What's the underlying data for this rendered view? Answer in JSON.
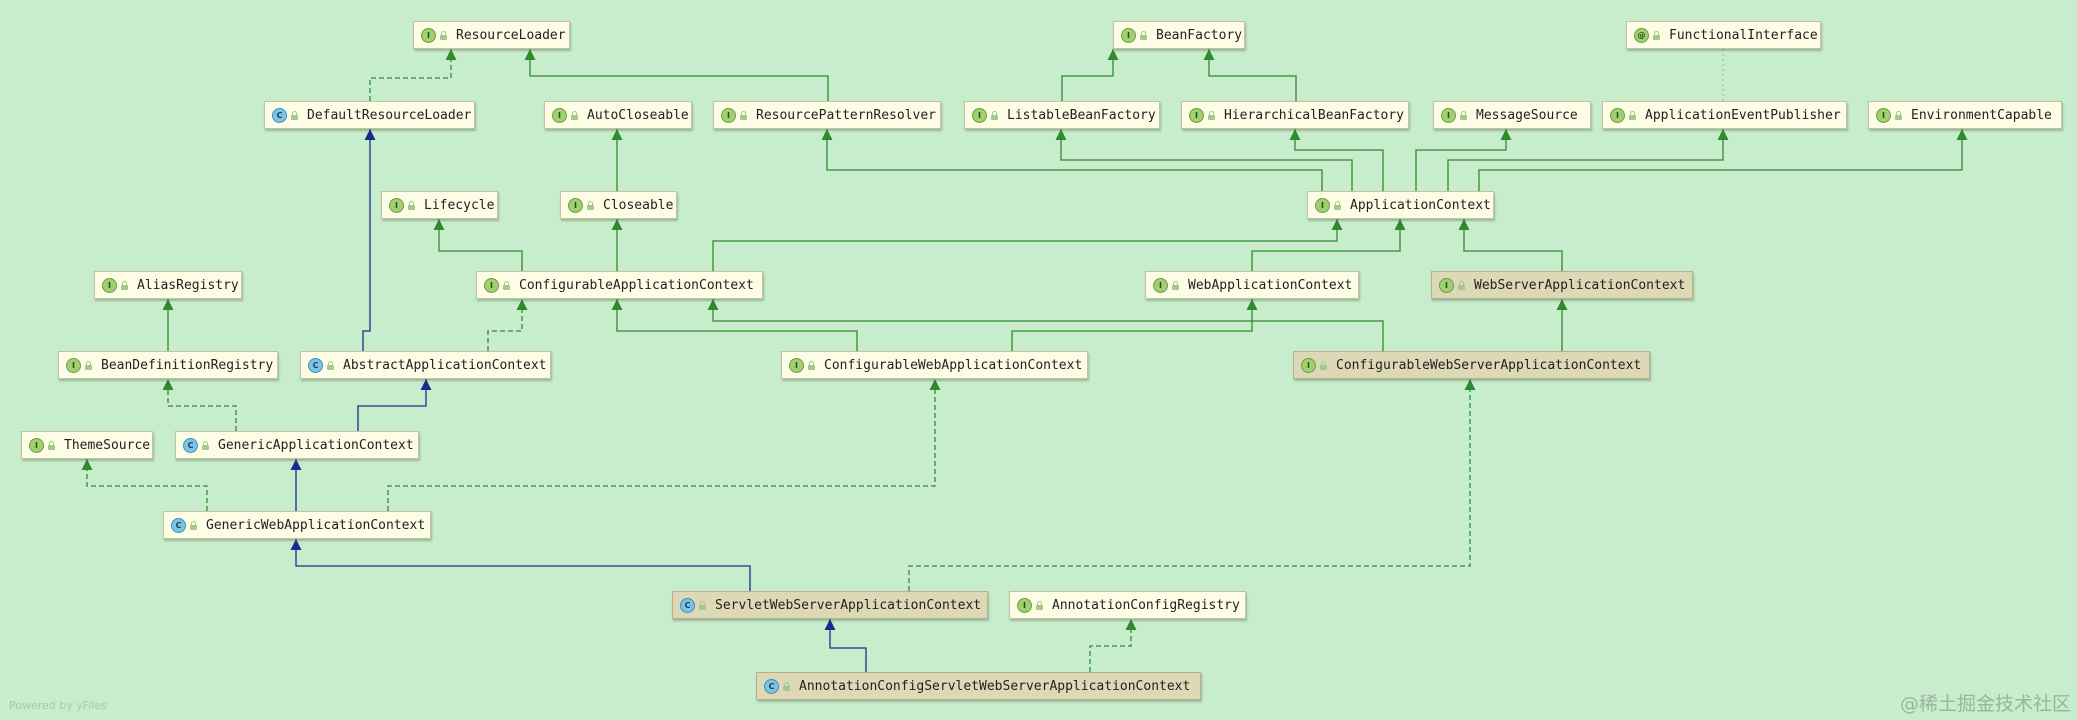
{
  "diagram": {
    "colors": {
      "background": "#c8edcc",
      "interface_edge": "#2e8b2e",
      "class_edge": "#1c2c8c",
      "node": "#fdfde6",
      "node_highlight": "#ddd8b6"
    },
    "nodes": [
      {
        "id": "resource-loader",
        "label": "ResourceLoader",
        "kind": "interface"
      },
      {
        "id": "bean-factory",
        "label": "BeanFactory",
        "kind": "interface"
      },
      {
        "id": "functional-interface",
        "label": "FunctionalInterface",
        "kind": "annotation"
      },
      {
        "id": "default-resource-loader",
        "label": "DefaultResourceLoader",
        "kind": "class"
      },
      {
        "id": "auto-closeable",
        "label": "AutoCloseable",
        "kind": "interface"
      },
      {
        "id": "resource-pattern-resolver",
        "label": "ResourcePatternResolver",
        "kind": "interface"
      },
      {
        "id": "listable-bean-factory",
        "label": "ListableBeanFactory",
        "kind": "interface"
      },
      {
        "id": "hierarchical-bean-factory",
        "label": "HierarchicalBeanFactory",
        "kind": "interface"
      },
      {
        "id": "message-source",
        "label": "MessageSource",
        "kind": "interface"
      },
      {
        "id": "application-event-publisher",
        "label": "ApplicationEventPublisher",
        "kind": "interface"
      },
      {
        "id": "environment-capable",
        "label": "EnvironmentCapable",
        "kind": "interface"
      },
      {
        "id": "lifecycle",
        "label": "Lifecycle",
        "kind": "interface"
      },
      {
        "id": "closeable",
        "label": "Closeable",
        "kind": "interface"
      },
      {
        "id": "application-context",
        "label": "ApplicationContext",
        "kind": "interface"
      },
      {
        "id": "alias-registry",
        "label": "AliasRegistry",
        "kind": "interface"
      },
      {
        "id": "configurable-application-context",
        "label": "ConfigurableApplicationContext",
        "kind": "interface"
      },
      {
        "id": "web-application-context",
        "label": "WebApplicationContext",
        "kind": "interface"
      },
      {
        "id": "web-server-application-context",
        "label": "WebServerApplicationContext",
        "kind": "interface",
        "highlight": true
      },
      {
        "id": "bean-definition-registry",
        "label": "BeanDefinitionRegistry",
        "kind": "interface"
      },
      {
        "id": "abstract-application-context",
        "label": "AbstractApplicationContext",
        "kind": "class"
      },
      {
        "id": "configurable-web-application-context",
        "label": "ConfigurableWebApplicationContext",
        "kind": "interface"
      },
      {
        "id": "configurable-web-server-application-context",
        "label": "ConfigurableWebServerApplicationContext",
        "kind": "interface",
        "highlight": true
      },
      {
        "id": "theme-source",
        "label": "ThemeSource",
        "kind": "interface"
      },
      {
        "id": "generic-application-context",
        "label": "GenericApplicationContext",
        "kind": "class"
      },
      {
        "id": "generic-web-application-context",
        "label": "GenericWebApplicationContext",
        "kind": "class"
      },
      {
        "id": "servlet-web-server-application-context",
        "label": "ServletWebServerApplicationContext",
        "kind": "class",
        "highlight": true
      },
      {
        "id": "annotation-config-registry",
        "label": "AnnotationConfigRegistry",
        "kind": "interface"
      },
      {
        "id": "annotation-config-servlet-web-server-application-context",
        "label": "AnnotationConfigServletWebServerApplicationContext",
        "kind": "class",
        "highlight": true
      }
    ],
    "edges": [
      {
        "from": "default-resource-loader",
        "to": "resource-loader",
        "type": "implements"
      },
      {
        "from": "resource-pattern-resolver",
        "to": "resource-loader",
        "type": "extends-interface"
      },
      {
        "from": "listable-bean-factory",
        "to": "bean-factory",
        "type": "extends-interface"
      },
      {
        "from": "hierarchical-bean-factory",
        "to": "bean-factory",
        "type": "extends-interface"
      },
      {
        "from": "closeable",
        "to": "auto-closeable",
        "type": "extends-interface"
      },
      {
        "from": "application-context",
        "to": "resource-pattern-resolver",
        "type": "extends-interface"
      },
      {
        "from": "application-context",
        "to": "listable-bean-factory",
        "type": "extends-interface"
      },
      {
        "from": "application-context",
        "to": "hierarchical-bean-factory",
        "type": "extends-interface"
      },
      {
        "from": "application-context",
        "to": "message-source",
        "type": "extends-interface"
      },
      {
        "from": "application-context",
        "to": "application-event-publisher",
        "type": "extends-interface"
      },
      {
        "from": "application-context",
        "to": "environment-capable",
        "type": "extends-interface"
      },
      {
        "from": "configurable-application-context",
        "to": "lifecycle",
        "type": "extends-interface"
      },
      {
        "from": "configurable-application-context",
        "to": "closeable",
        "type": "extends-interface"
      },
      {
        "from": "configurable-application-context",
        "to": "application-context",
        "type": "extends-interface"
      },
      {
        "from": "web-application-context",
        "to": "application-context",
        "type": "extends-interface"
      },
      {
        "from": "web-server-application-context",
        "to": "application-context",
        "type": "extends-interface"
      },
      {
        "from": "bean-definition-registry",
        "to": "alias-registry",
        "type": "extends-interface"
      },
      {
        "from": "abstract-application-context",
        "to": "default-resource-loader",
        "type": "extends-class"
      },
      {
        "from": "abstract-application-context",
        "to": "configurable-application-context",
        "type": "implements"
      },
      {
        "from": "configurable-web-application-context",
        "to": "configurable-application-context",
        "type": "extends-interface"
      },
      {
        "from": "configurable-web-application-context",
        "to": "web-application-context",
        "type": "extends-interface"
      },
      {
        "from": "configurable-web-server-application-context",
        "to": "configurable-application-context",
        "type": "extends-interface"
      },
      {
        "from": "configurable-web-server-application-context",
        "to": "web-server-application-context",
        "type": "extends-interface"
      },
      {
        "from": "generic-application-context",
        "to": "abstract-application-context",
        "type": "extends-class"
      },
      {
        "from": "generic-application-context",
        "to": "bean-definition-registry",
        "type": "implements"
      },
      {
        "from": "generic-web-application-context",
        "to": "generic-application-context",
        "type": "extends-class"
      },
      {
        "from": "generic-web-application-context",
        "to": "theme-source",
        "type": "implements"
      },
      {
        "from": "generic-web-application-context",
        "to": "configurable-web-application-context",
        "type": "implements"
      },
      {
        "from": "servlet-web-server-application-context",
        "to": "generic-web-application-context",
        "type": "extends-class"
      },
      {
        "from": "servlet-web-server-application-context",
        "to": "configurable-web-server-application-context",
        "type": "implements"
      },
      {
        "from": "annotation-config-servlet-web-server-application-context",
        "to": "servlet-web-server-application-context",
        "type": "extends-class"
      },
      {
        "from": "annotation-config-servlet-web-server-application-context",
        "to": "annotation-config-registry",
        "type": "implements"
      },
      {
        "from": "application-event-publisher",
        "to": "functional-interface",
        "type": "annotated"
      }
    ]
  },
  "footer": {
    "powered_by": "Powered by yFiles",
    "watermark": "@稀土掘金技术社区"
  }
}
